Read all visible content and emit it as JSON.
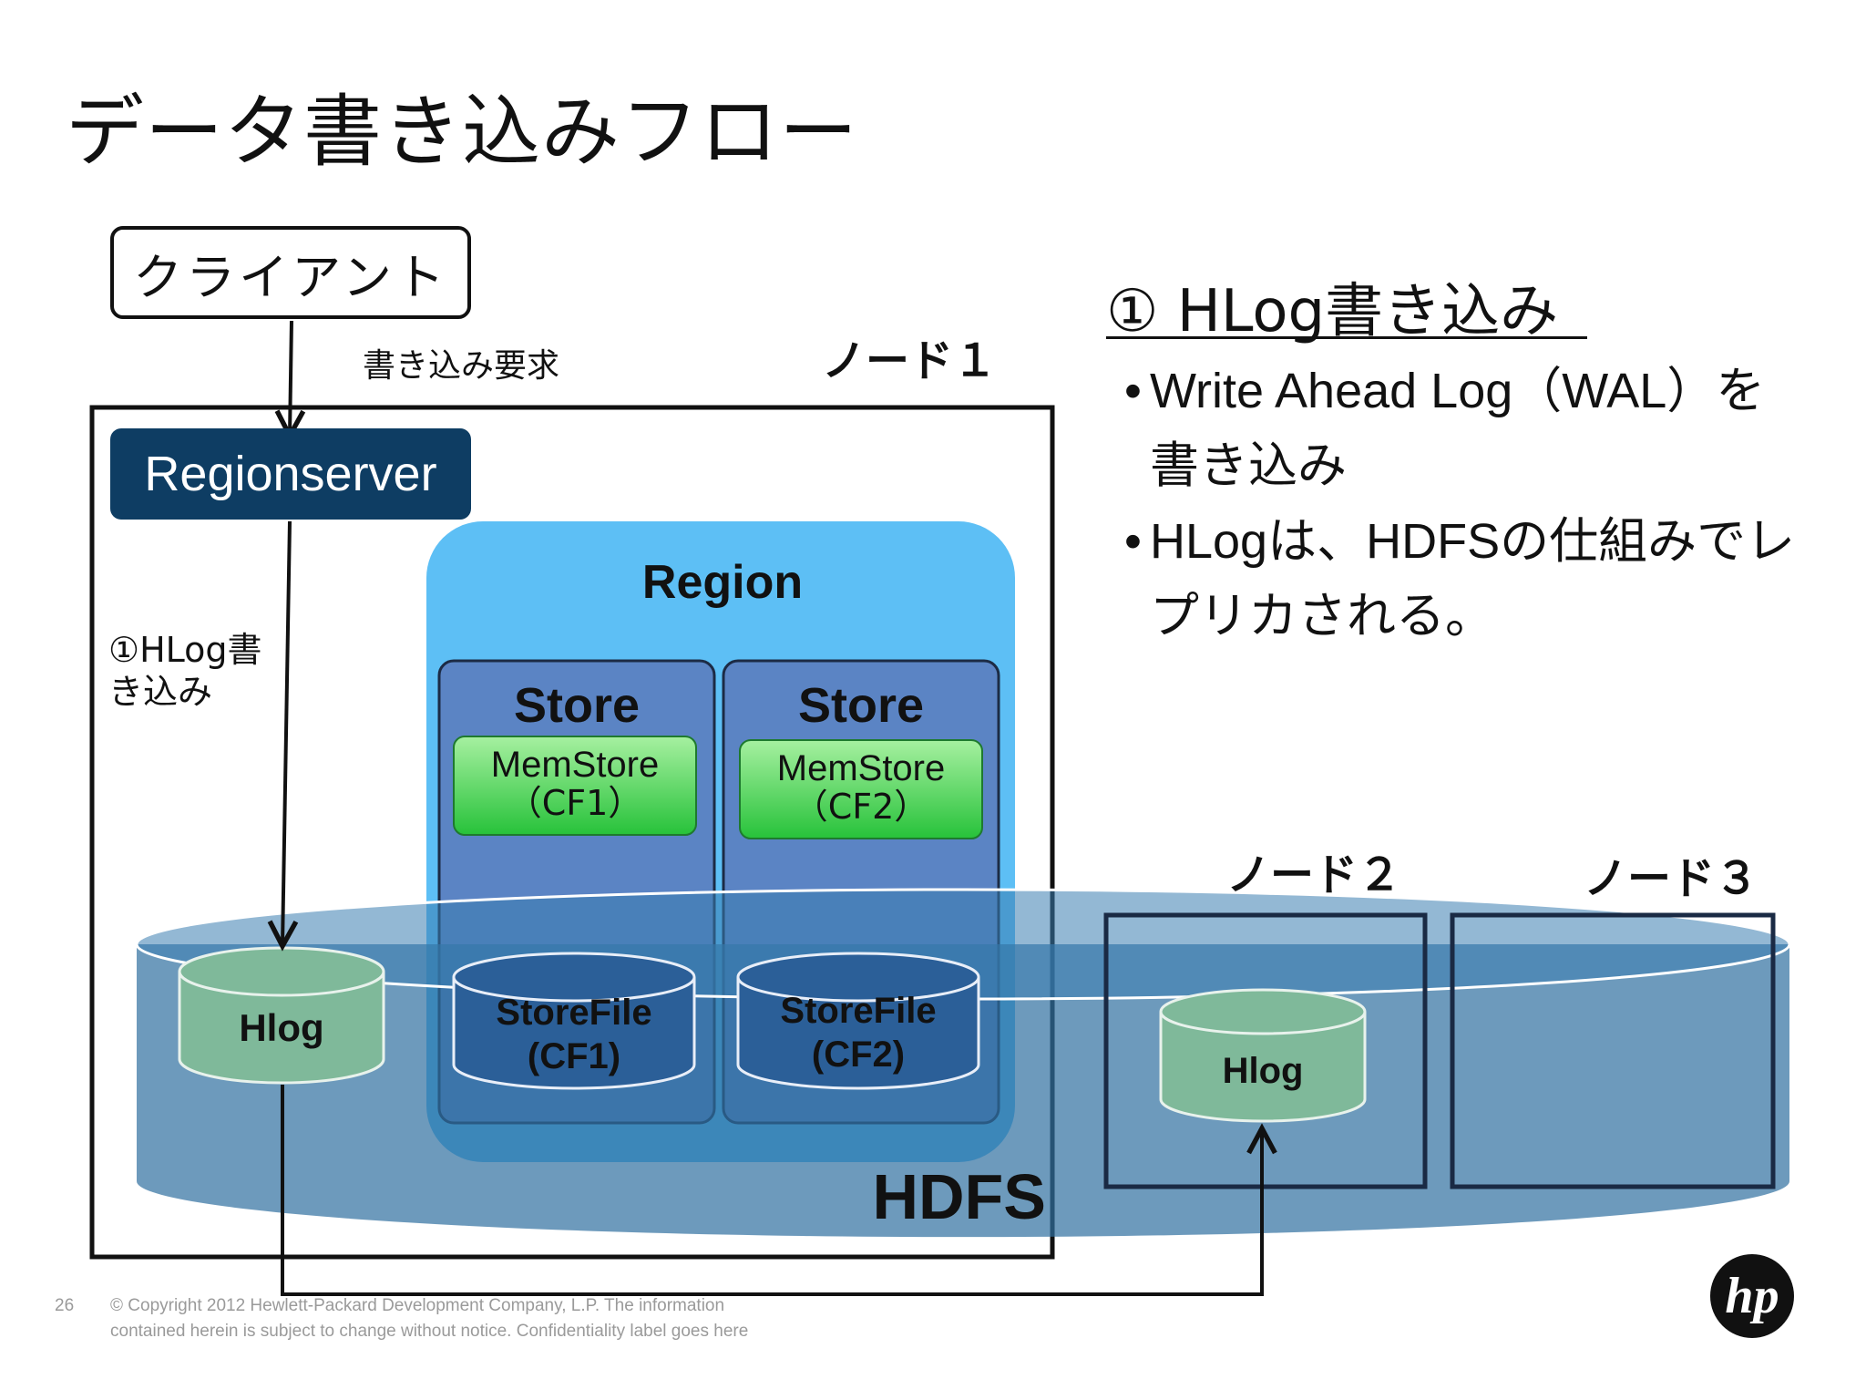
{
  "title": "データ書き込みフロー",
  "client": {
    "label": "クライアント"
  },
  "write_request_label": "書き込み要求",
  "node1_label": "ノード１",
  "node2_label": "ノード２",
  "node3_label": "ノード３",
  "regionserver_label": "Regionserver",
  "step_label_line1": "①HLog書",
  "step_label_line2": "き込み",
  "region_label": "Region",
  "stores": [
    {
      "title": "Store",
      "memstore_line1": "MemStore",
      "memstore_line2": "（CF1）",
      "storefile_line1": "StoreFile",
      "storefile_line2": "(CF1)"
    },
    {
      "title": "Store",
      "memstore_line1": "MemStore",
      "memstore_line2": "（CF2）",
      "storefile_line1": "StoreFile",
      "storefile_line2": "(CF2)"
    }
  ],
  "hlog_label": "Hlog",
  "hlog_replica_label": "Hlog",
  "hdfs_label": "HDFS",
  "right_panel": {
    "heading": "① HLog書き込み",
    "bullet_char": "•",
    "bullet1_line1": "Write Ahead Log（WAL）を",
    "bullet1_line2": "書き込み",
    "bullet2_line1": "HLogは、HDFSの仕組みでレ",
    "bullet2_line2": "プリカされる。"
  },
  "footer": {
    "page_number": "26",
    "line1": "© Copyright 2012 Hewlett-Packard Development Company, L.P.  The information",
    "line2": "contained herein is subject to change without notice. Confidentiality label goes here"
  },
  "logo_text": "hp",
  "colors": {
    "regionserver_bg": "#0e3d63",
    "region_bg": "#5dbff5",
    "store_bg": "#5b84c4",
    "memstore_green": "#3fcd4b",
    "hdfs_blue": "#2f6fa0",
    "hlog_green": "#7fb99a"
  }
}
